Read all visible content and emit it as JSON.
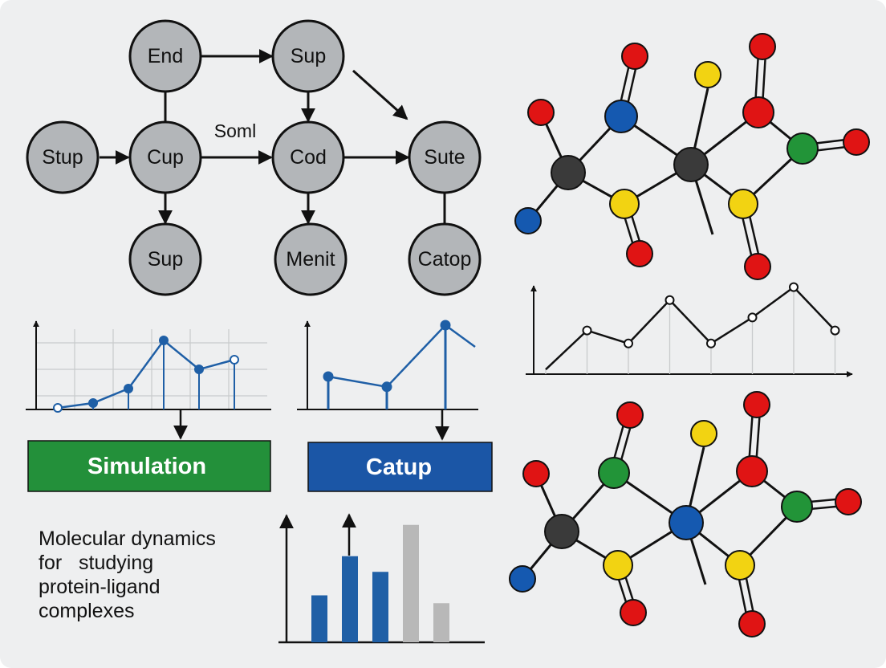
{
  "colors": {
    "background": "#eeeff0",
    "node_fill": "#b3b6b9",
    "ink": "#111111",
    "chart_blue": "#1f5fa6",
    "grid": "#c8cacc",
    "banner_green": "#23903a",
    "banner_blue": "#1b56a6",
    "bar_gray": "#b8b8b8",
    "atom_black": "#3a3a3a",
    "atom_red": "#e01414",
    "atom_blue": "#1559b0",
    "atom_yellow": "#f2d312",
    "atom_green": "#229438"
  },
  "flowchart": {
    "nodes": [
      {
        "id": "end",
        "label": "End"
      },
      {
        "id": "sup_top",
        "label": "Sup"
      },
      {
        "id": "stup",
        "label": "Stup"
      },
      {
        "id": "cup",
        "label": "Cup"
      },
      {
        "id": "cod",
        "label": "Cod"
      },
      {
        "id": "sute",
        "label": "Sute"
      },
      {
        "id": "sup_bottom",
        "label": "Sup"
      },
      {
        "id": "menit",
        "label": "Menit"
      },
      {
        "id": "catop",
        "label": "Catop"
      }
    ],
    "edge_label": "Soml"
  },
  "banners": {
    "simulation": "Simulation",
    "catup": "Catup"
  },
  "caption": {
    "line1": "Molecular dynamics",
    "line2": "for   studying",
    "line3": "protein-ligand",
    "line4": "complexes"
  },
  "chart_data": [
    {
      "type": "line",
      "series": [
        {
          "values": [
            0.1,
            0.2,
            0.5,
            1.5,
            0.9,
            1.1
          ]
        }
      ]
    },
    {
      "type": "line",
      "series": [
        {
          "values": [
            1.0,
            0.8,
            2.0
          ]
        }
      ]
    },
    {
      "type": "line",
      "series": [
        {
          "values": [
            0.2,
            1.1,
            0.8,
            1.8,
            0.8,
            1.4,
            2.1,
            1.1
          ]
        }
      ]
    },
    {
      "type": "bar",
      "series": [
        {
          "values": [
            3,
            5.5,
            4.5,
            7.5,
            2.5
          ]
        }
      ]
    }
  ]
}
